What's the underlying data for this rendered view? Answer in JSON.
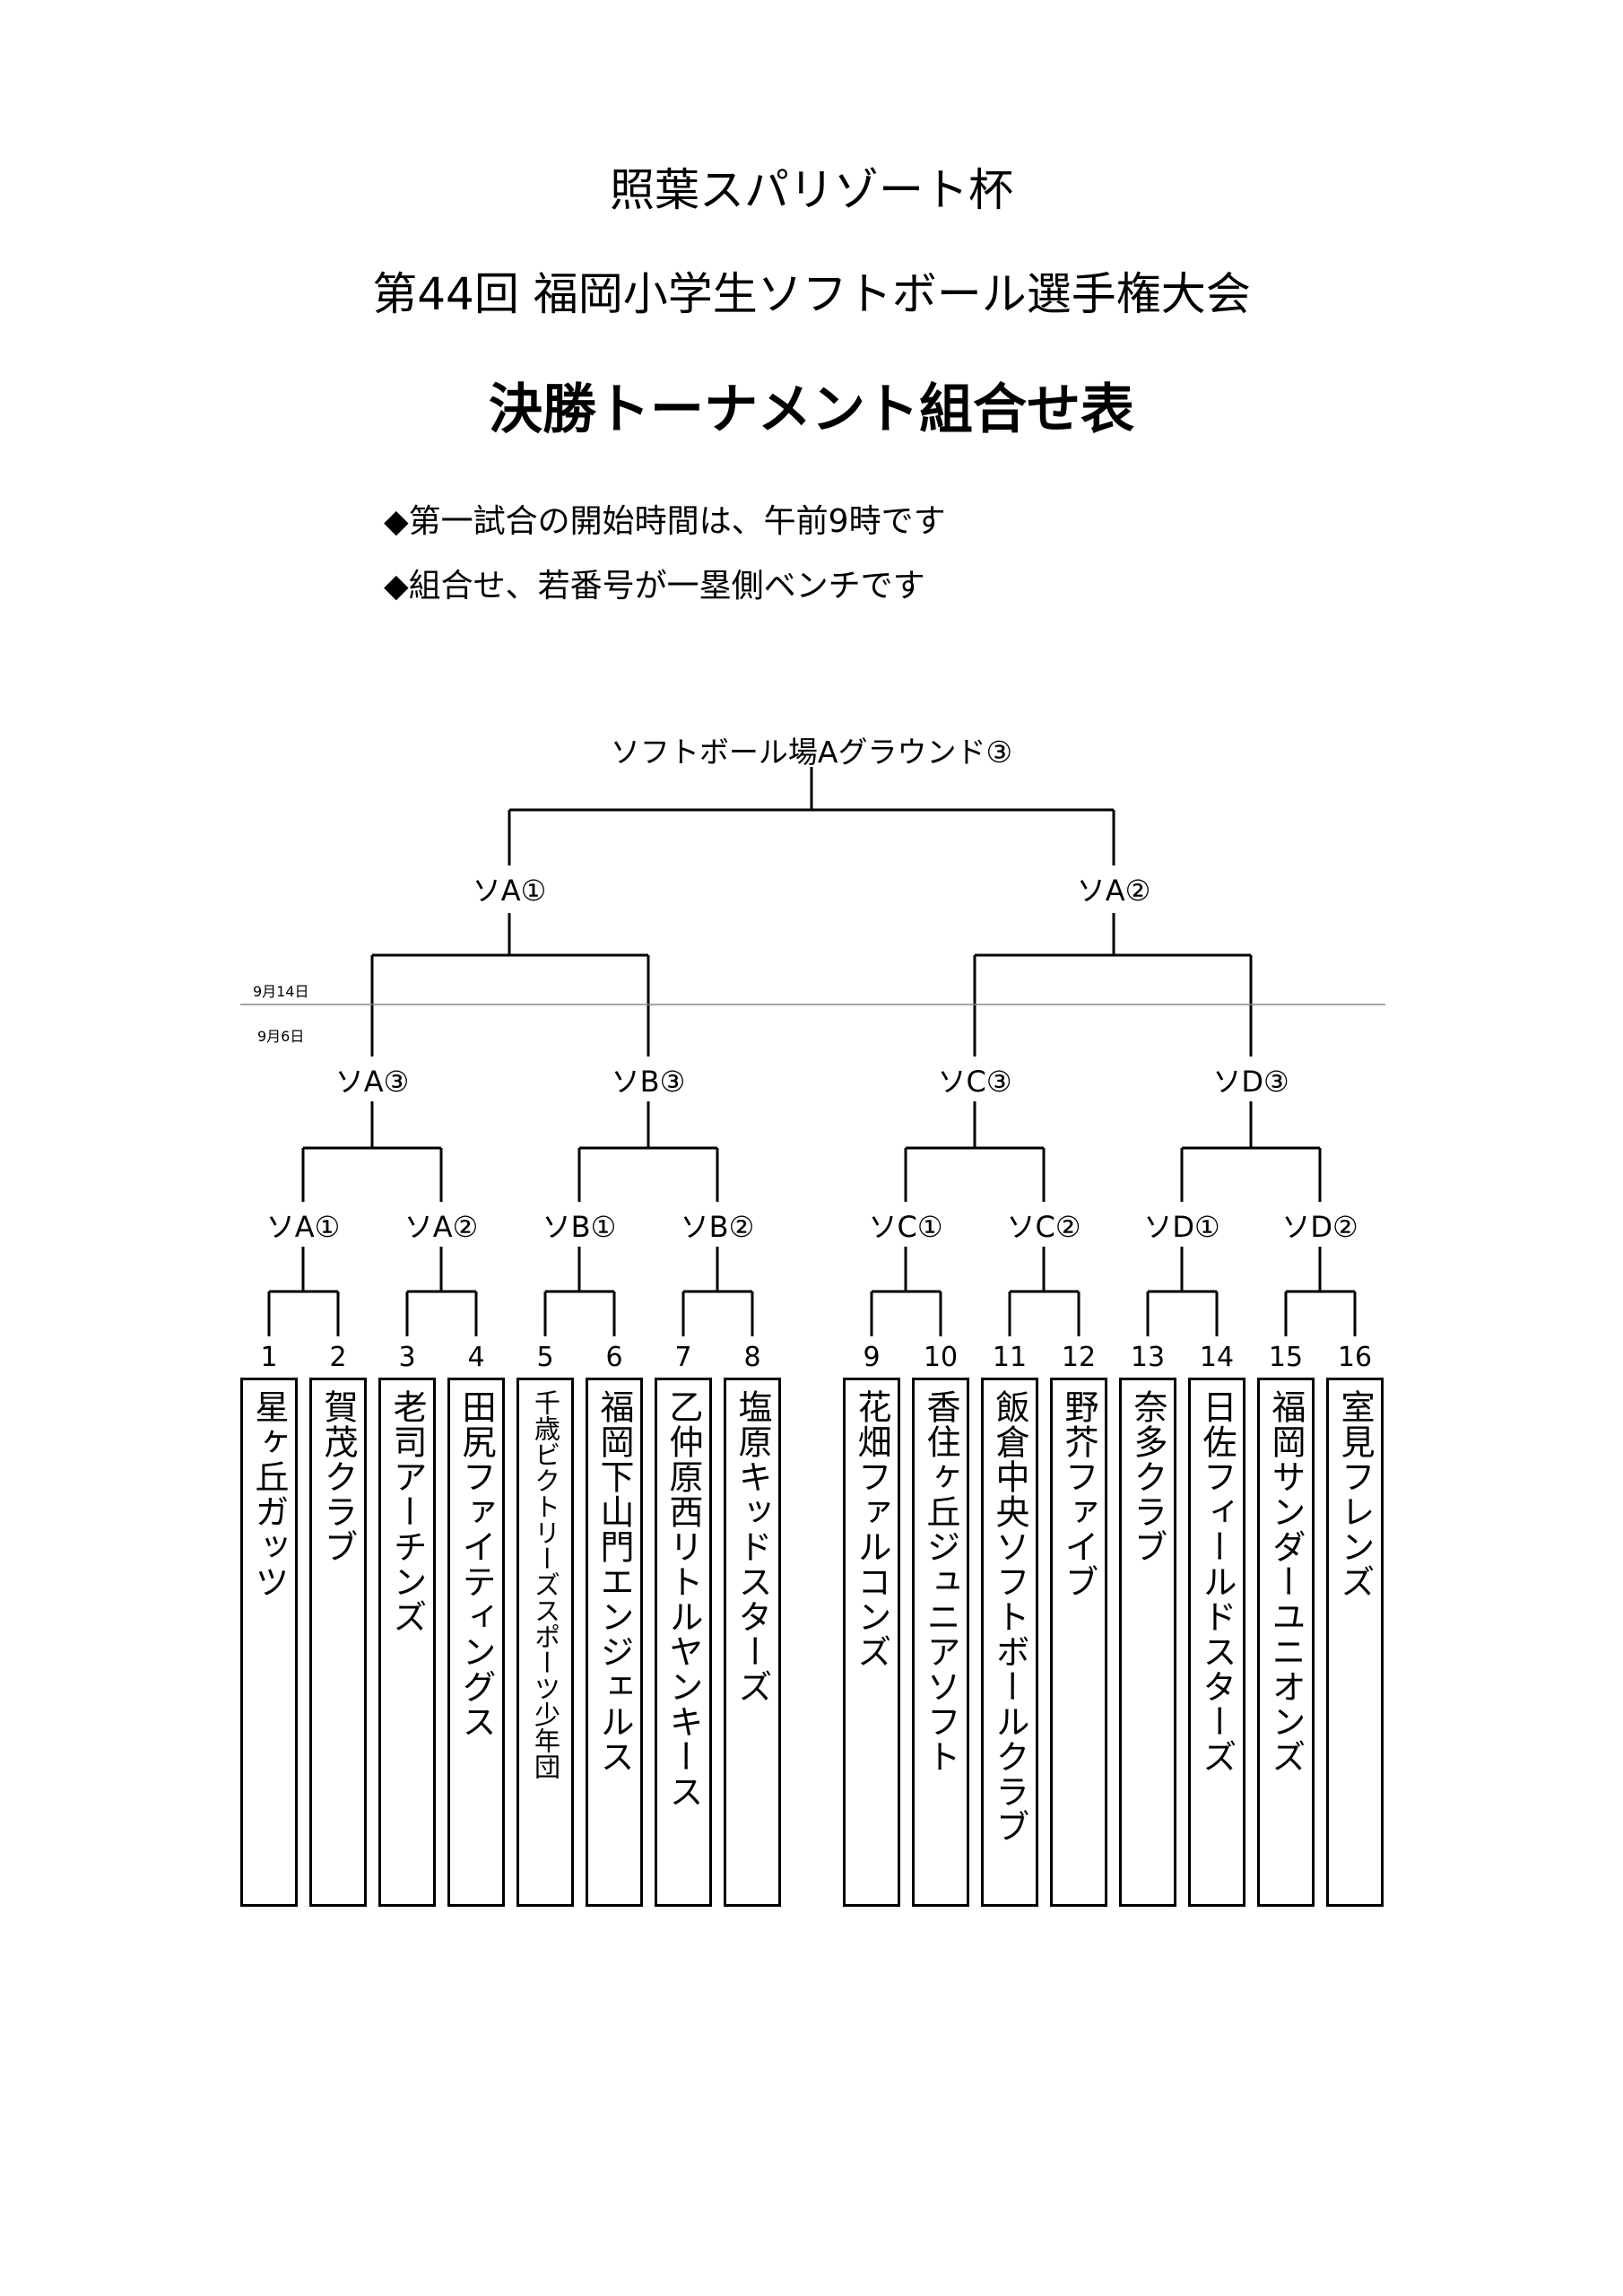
{
  "header": {
    "cup_name": "照葉スパリゾート杯",
    "tournament_name": "第44回 福岡小学生ソフトボール選手権大会",
    "document_title": "決勝トーナメント組合せ表"
  },
  "notes": [
    "◆第一試合の開始時間は、午前9時です",
    "◆組合せ、若番号が一塁側ベンチです"
  ],
  "bracket": {
    "final_venue": "ソフトボール場Aグラウンド③",
    "semifinals": [
      "ソA①",
      "ソA②"
    ],
    "quarterfinals": [
      "ソA③",
      "ソB③",
      "ソC③",
      "ソD③"
    ],
    "first_round": [
      "ソA①",
      "ソA②",
      "ソB①",
      "ソB②",
      "ソC①",
      "ソC②",
      "ソD①",
      "ソD②"
    ],
    "date_upper": "9月14日",
    "date_lower": "9月6日"
  },
  "teams": [
    {
      "seed": "1",
      "name": "星ヶ丘ガッツ"
    },
    {
      "seed": "2",
      "name": "賀茂クラブ"
    },
    {
      "seed": "3",
      "name": "老司アーチンズ"
    },
    {
      "seed": "4",
      "name": "田尻ファイティングス"
    },
    {
      "seed": "5",
      "name": "千歳ビクトリーズスポーツ少年団"
    },
    {
      "seed": "6",
      "name": "福岡下山門エンジェルス"
    },
    {
      "seed": "7",
      "name": "乙仲原西リトルヤンキース"
    },
    {
      "seed": "8",
      "name": "塩原キッドスターズ"
    },
    {
      "seed": "9",
      "name": "花畑ファルコンズ"
    },
    {
      "seed": "10",
      "name": "香住ヶ丘ジュニアソフト"
    },
    {
      "seed": "11",
      "name": "飯倉中央ソフトボールクラブ"
    },
    {
      "seed": "12",
      "name": "野芥ファイブ"
    },
    {
      "seed": "13",
      "name": "奈多クラブ"
    },
    {
      "seed": "14",
      "name": "日佐フィールドスターズ"
    },
    {
      "seed": "15",
      "name": "福岡サンダーユニオンズ"
    },
    {
      "seed": "16",
      "name": "室見フレンズ"
    }
  ]
}
